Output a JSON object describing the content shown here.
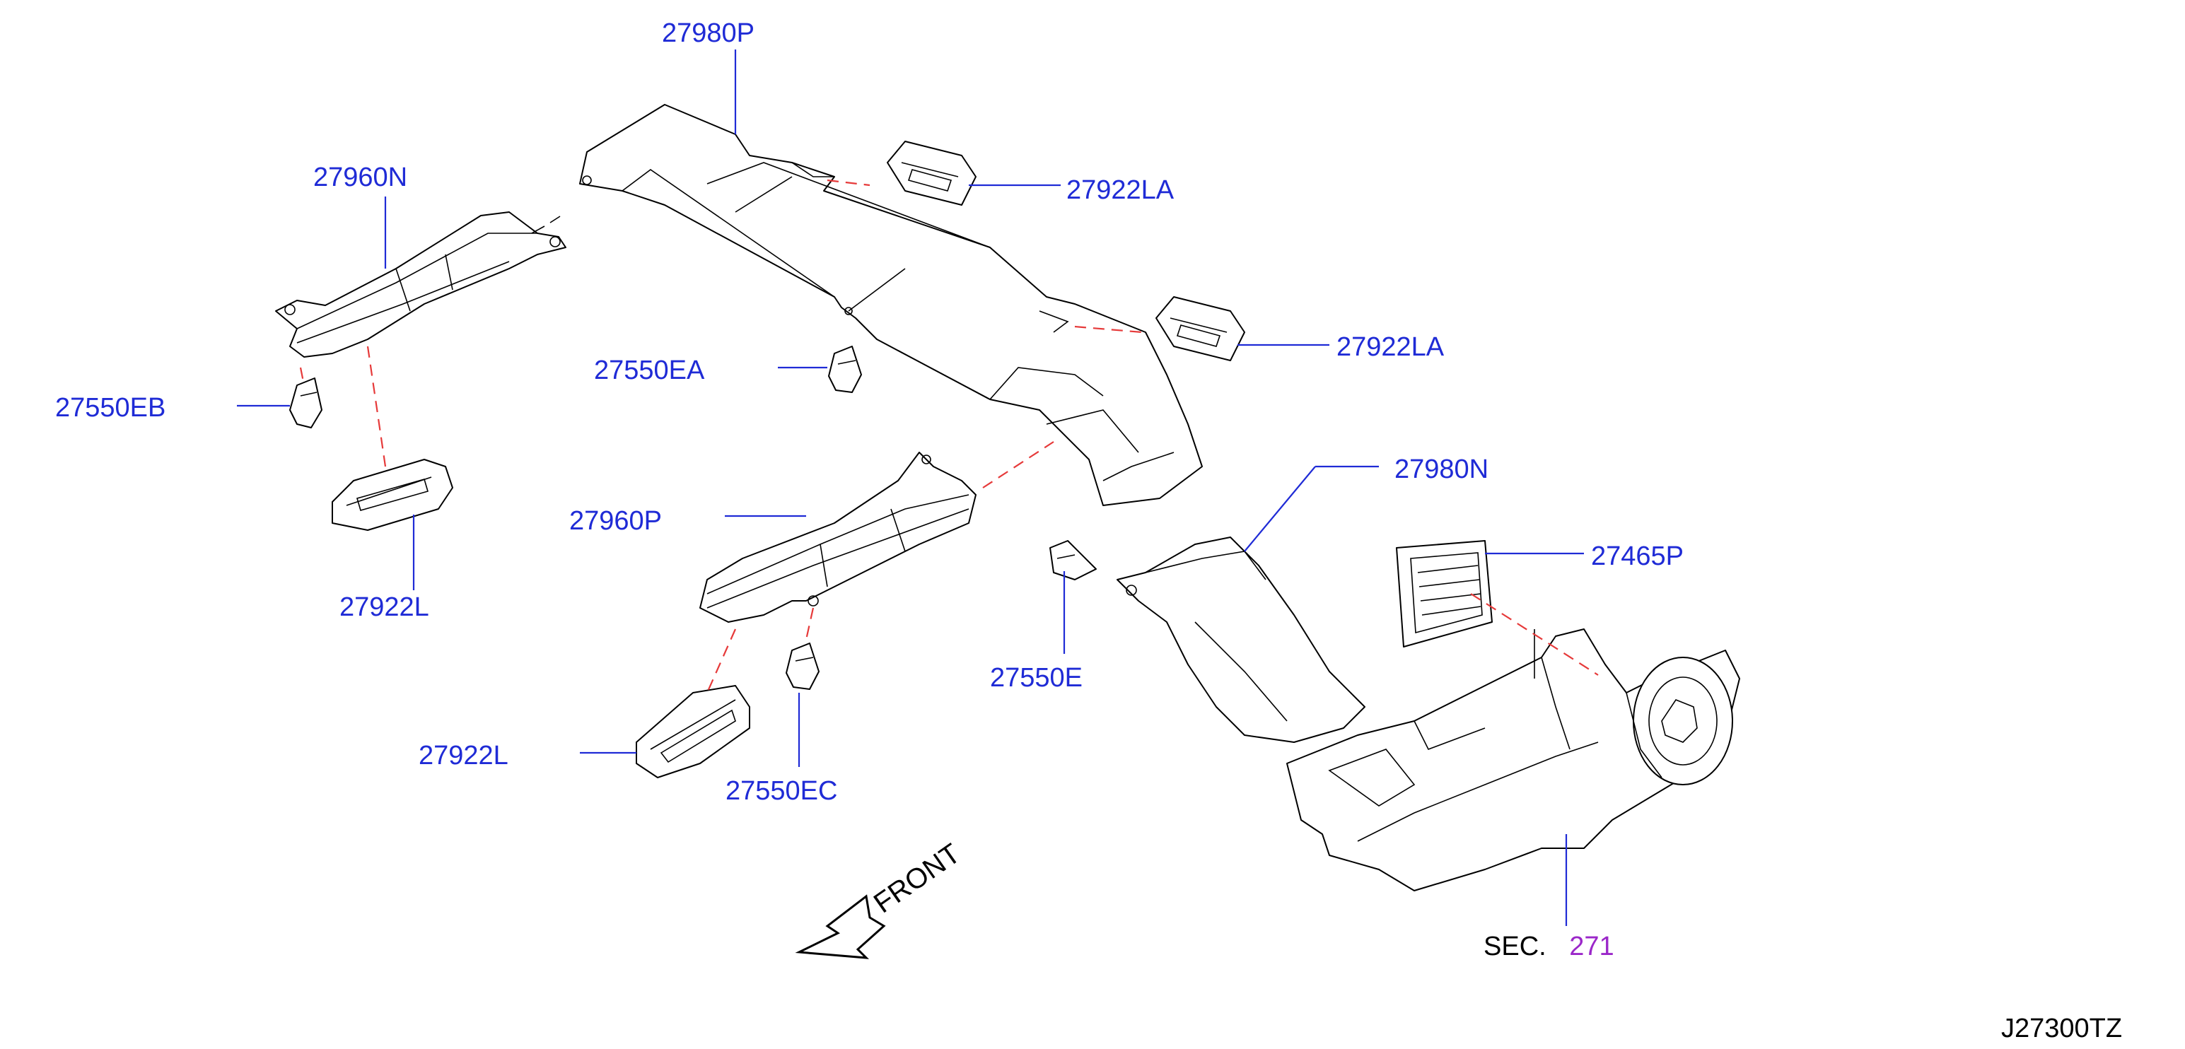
{
  "colors": {
    "callout_text": "#1f2bd6",
    "leader_line": "#1f2bd6",
    "dashed_link": "#e63a3a",
    "section_ref": "#9b27c9",
    "ink": "#000000"
  },
  "callouts": {
    "c_27980P": "27980P",
    "c_27922LA_top": "27922LA",
    "c_27922LA_mid": "27922LA",
    "c_27960N": "27960N",
    "c_27550EB": "27550EB",
    "c_27550EA": "27550EA",
    "c_27922L_left": "27922L",
    "c_27960P": "27960P",
    "c_27980N": "27980N",
    "c_27465P": "27465P",
    "c_27550E": "27550E",
    "c_27922L_bottom": "27922L",
    "c_27550EC": "27550EC"
  },
  "section": {
    "prefix": "SEC.",
    "number": "271"
  },
  "front_label": "FRONT",
  "diagram_code": "J27300TZ"
}
